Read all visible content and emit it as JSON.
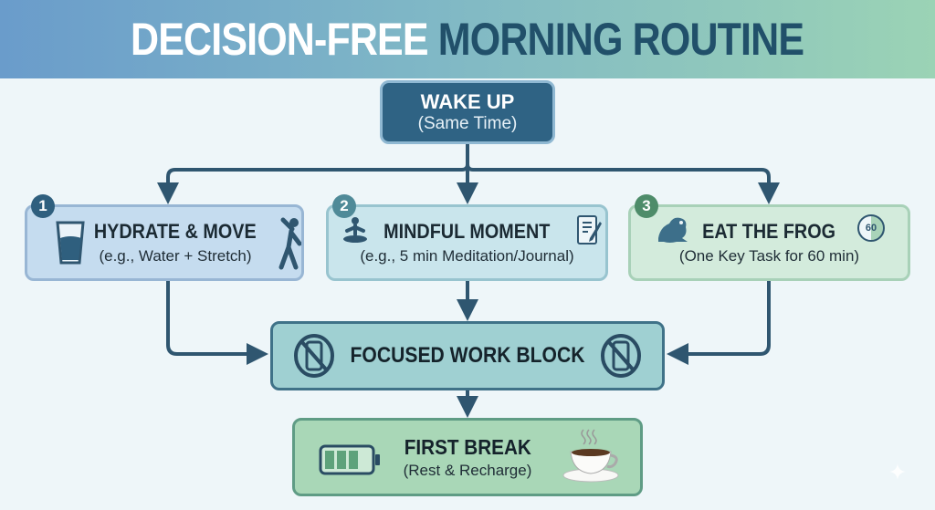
{
  "title": {
    "part1": "DECISION-FREE",
    "part2": "MORNING ROUTINE"
  },
  "colors": {
    "header_gradient_start": "#6a9ccb",
    "header_gradient_end": "#9bd3b5",
    "title_dark": "#21506a",
    "arrow": "#2f5670",
    "wake_box": "#2f6384"
  },
  "start": {
    "label": "WAKE UP",
    "sub": "(Same Time)"
  },
  "steps": [
    {
      "number": "1",
      "label": "HYDRATE & MOVE",
      "sub": "(e.g., Water + Stretch)",
      "icons": [
        "water-glass-icon",
        "stretching-person-icon"
      ]
    },
    {
      "number": "2",
      "label": "MINDFUL MOMENT",
      "sub": "(e.g., 5 min Meditation/Journal)",
      "icons": [
        "meditation-icon",
        "journal-pen-icon"
      ]
    },
    {
      "number": "3",
      "label": "EAT THE FROG",
      "sub": "(One Key Task for 60 min)",
      "icons": [
        "frog-icon",
        "timer-60-icon"
      ],
      "timer_value": "60"
    }
  ],
  "focus": {
    "label": "FOCUSED WORK BLOCK",
    "icons": [
      "no-phone-icon",
      "no-phone-icon"
    ]
  },
  "end": {
    "label": "FIRST BREAK",
    "sub": "(Rest & Recharge)",
    "icons": [
      "battery-icon",
      "coffee-cup-icon"
    ]
  }
}
